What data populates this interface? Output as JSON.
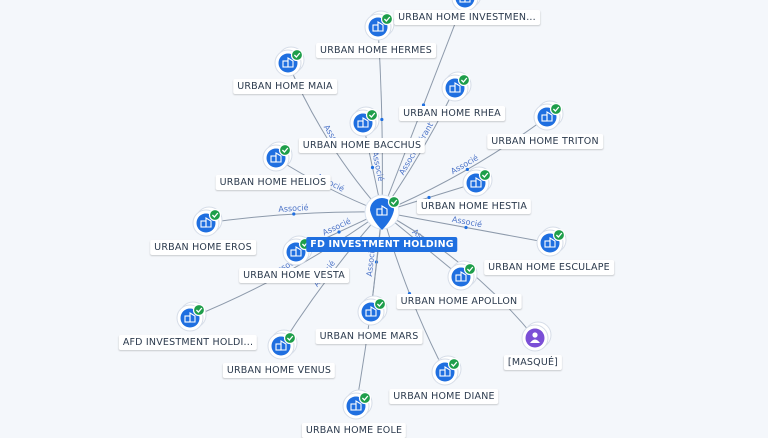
{
  "center": {
    "label": "FD INVESTMENT HOLDING"
  },
  "nodes": [
    {
      "id": "investment",
      "label": "URBAN HOME INVESTMEN...",
      "type": "company"
    },
    {
      "id": "hermes",
      "label": "URBAN HOME HERMES",
      "type": "company"
    },
    {
      "id": "maia",
      "label": "URBAN HOME MAIA",
      "type": "company"
    },
    {
      "id": "rhea",
      "label": "URBAN HOME RHEA",
      "type": "company"
    },
    {
      "id": "bacchus",
      "label": "URBAN HOME BACCHUS",
      "type": "company"
    },
    {
      "id": "triton",
      "label": "URBAN HOME TRITON",
      "type": "company"
    },
    {
      "id": "helios",
      "label": "URBAN HOME HELIOS",
      "type": "company"
    },
    {
      "id": "hestia",
      "label": "URBAN HOME HESTIA",
      "type": "company"
    },
    {
      "id": "eros",
      "label": "URBAN HOME EROS",
      "type": "company"
    },
    {
      "id": "esculape",
      "label": "URBAN HOME ESCULAPE",
      "type": "company"
    },
    {
      "id": "vesta",
      "label": "URBAN HOME VESTA",
      "type": "company"
    },
    {
      "id": "apollon",
      "label": "URBAN HOME APOLLON",
      "type": "company"
    },
    {
      "id": "afd",
      "label": "AFD INVESTMENT HOLDI...",
      "type": "company"
    },
    {
      "id": "mars",
      "label": "URBAN HOME MARS",
      "type": "company"
    },
    {
      "id": "masque",
      "label": "[MASQUÉ]",
      "type": "person"
    },
    {
      "id": "venus",
      "label": "URBAN HOME VENUS",
      "type": "company"
    },
    {
      "id": "diane",
      "label": "URBAN HOME DIANE",
      "type": "company"
    },
    {
      "id": "eole",
      "label": "URBAN HOME EOLE",
      "type": "company"
    }
  ],
  "edge_labels": [
    "Associé",
    "Associé gérant",
    "Associé",
    "Associé",
    "Associé",
    "Associé",
    "Associé",
    "Associé",
    "Associé",
    "Associé",
    "Associé",
    "Associé"
  ],
  "colors": {
    "edge": "#8d9aab",
    "node": "#1f6fe0",
    "check": "#1e9e4a",
    "person": "#7b4fd6",
    "edge_text": "#4d74c8"
  },
  "icons": {
    "company": "building-icon",
    "person": "person-icon",
    "status": "check-badge-icon"
  }
}
